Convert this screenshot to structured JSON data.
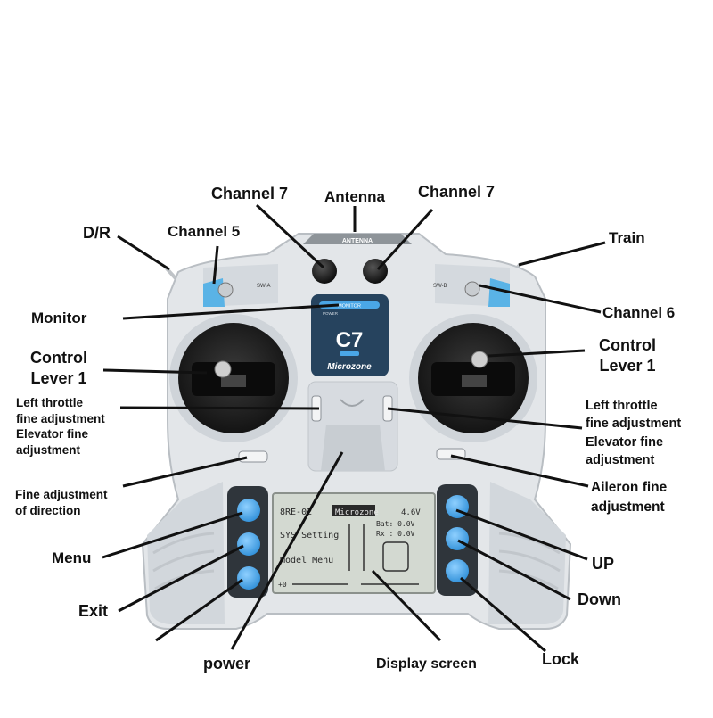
{
  "labels": {
    "channel7_left": "Channel 7",
    "antenna": "Antenna",
    "channel7_right": "Channel 7",
    "dr": "D/R",
    "channel5": "Channel 5",
    "train": "Train",
    "monitor": "Monitor",
    "channel6": "Channel 6",
    "control_lever_left_1": "Control",
    "control_lever_left_2": "Lever 1",
    "control_lever_right_1": "Control",
    "control_lever_right_2": "Lever 1",
    "left_trim_1": "Left throttle",
    "left_trim_2": "fine adjustment",
    "left_trim_3": "Elevator fine",
    "left_trim_4": "adjustment",
    "right_trim_1": "Left throttle",
    "right_trim_2": "fine adjustment",
    "right_trim_3": "Elevator fine",
    "right_trim_4": "adjustment",
    "direction_trim_1": "Fine adjustment",
    "direction_trim_2": "of direction",
    "aileron_1": "Aileron fine",
    "aileron_2": "adjustment",
    "menu": "Menu",
    "up": "UP",
    "exit": "Exit",
    "down": "Down",
    "power": "power",
    "display_screen": "Display screen",
    "lock": "Lock"
  },
  "device": {
    "antenna_plate": "ANTENNA",
    "switch_a": "SW-A",
    "switch_b": "SW-B",
    "monitor_panel": "MONITOR",
    "power_text": "POWER",
    "model": "C7",
    "brand": "Microzone",
    "lcd": {
      "line1": "8RE-02",
      "brand": "Microzone",
      "voltage": "4.6V",
      "line2": "SYS Setting",
      "bat": "Bat: 0.0V",
      "rx": "Rx : 0.0V",
      "line3": "Model Menu",
      "trim": "+0"
    }
  },
  "colors": {
    "body": "#e3e6e9",
    "body_shade": "#c9ced3",
    "lever_well": "#1f1f1f",
    "button_blue": "#4aa6e6",
    "lcd_bg": "#d3d9d1",
    "pointer": "#111111"
  }
}
